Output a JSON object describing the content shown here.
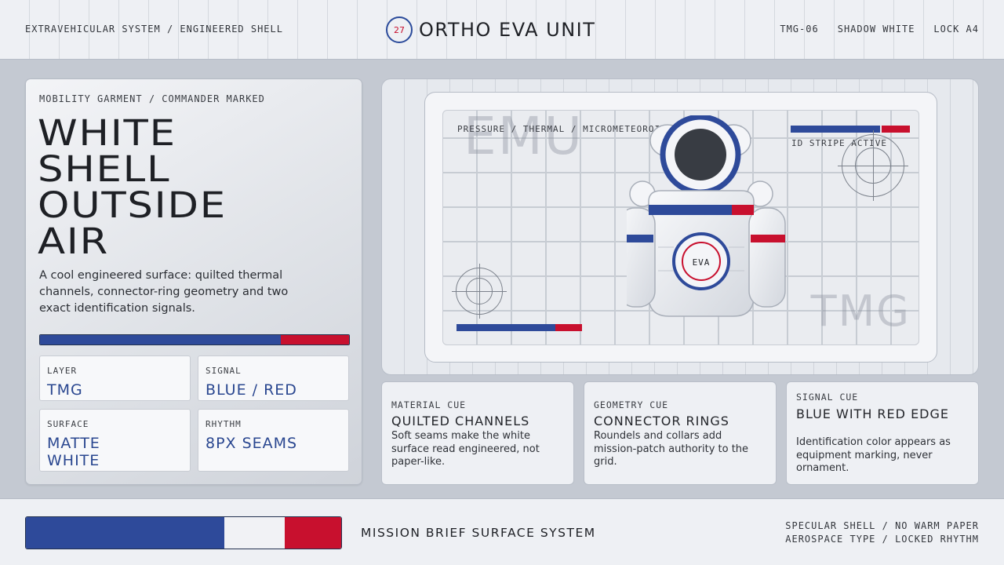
{
  "header": {
    "left_label": "EXTRAVEHICULAR SYSTEM / ENGINEERED SHELL",
    "brand_badge": "27",
    "brand_title": "ORTHO EVA UNIT",
    "right_tags": [
      "TMG-06",
      "SHADOW WHITE",
      "LOCK A4"
    ]
  },
  "left_panel": {
    "eyebrow": "MOBILITY GARMENT / COMMANDER MARKED",
    "headline_lines": [
      "WHITE",
      "SHELL",
      "OUTSIDE",
      "AIR"
    ],
    "lede": "A cool engineered surface: quilted thermal channels, connector-ring geometry and two exact identification signals.",
    "id_bar": {
      "blue_fraction": 0.78
    },
    "specs": [
      {
        "key": "LAYER",
        "value": "TMG"
      },
      {
        "key": "SIGNAL",
        "value": "BLUE / RED"
      },
      {
        "key": "SURFACE",
        "value": "MATTE WHITE"
      },
      {
        "key": "RHYTHM",
        "value": "8PX SEAMS"
      }
    ]
  },
  "art": {
    "ghost_top": "EMU",
    "ghost_bottom": "TMG",
    "label_top_left": "PRESSURE / THERMAL / MICROMETEOROID",
    "label_top_right": "ID STRIPE ACTIVE",
    "chest_patch": "EVA",
    "icons": [
      "astronaut-icon",
      "reticle-icon"
    ]
  },
  "cues": [
    {
      "key": "MATERIAL CUE",
      "title": "QUILTED CHANNELS",
      "desc": "Soft seams make the white surface read engineered, not paper-like."
    },
    {
      "key": "GEOMETRY CUE",
      "title": "CONNECTOR RINGS",
      "desc": "Roundels and collars add mission-patch authority to the grid."
    },
    {
      "key": "SIGNAL CUE",
      "title": "BLUE WITH RED EDGE",
      "desc": "Identification color appears as equipment marking, never ornament."
    }
  ],
  "footer": {
    "title": "MISSION BRIEF SURFACE SYSTEM",
    "notes": [
      "SPECULAR SHELL / NO WARM PAPER",
      "AEROSPACE TYPE / LOCKED RHYTHM"
    ]
  },
  "colors": {
    "signal_blue": "#2e4a9a",
    "signal_red": "#c8102e",
    "shell_white": "#f1f2f5",
    "panel_gray": "#c4c9d2"
  }
}
